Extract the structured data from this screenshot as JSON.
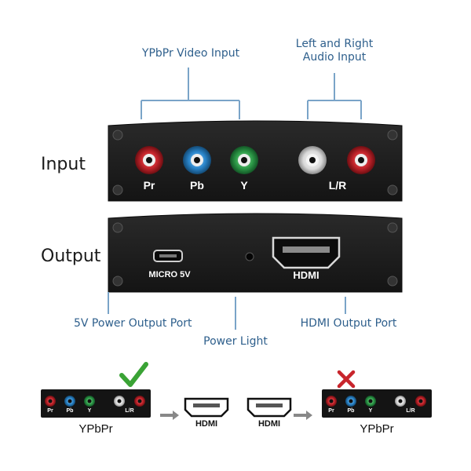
{
  "callouts": {
    "video_input": "YPbPr Video Input",
    "audio_input_line1": "Left and Right",
    "audio_input_line2": "Audio Input",
    "power_port": "5V Power Output Port",
    "power_light": "Power Light",
    "hdmi_port": "HDMI Output Port"
  },
  "side_labels": {
    "input": "Input",
    "output": "Output"
  },
  "input_panel": {
    "jack_labels": [
      "Pr",
      "Pb",
      "Y",
      "L/R"
    ]
  },
  "output_panel": {
    "micro_label": "MICRO 5V",
    "hdmi_label": "HDMI"
  },
  "bottom": {
    "left_caption": "YPbPr",
    "left_hdmi": "HDMI",
    "right_hdmi": "HDMI",
    "right_caption": "YPbPr",
    "mini_labels": [
      "Pr",
      "Pb",
      "Y",
      "L/R"
    ]
  },
  "colors": {
    "panel": "#1b1b1b",
    "callout_text": "#2e5f8c",
    "bracket": "#7aa4c8",
    "check": "#3aa335",
    "cross": "#c8252c"
  }
}
